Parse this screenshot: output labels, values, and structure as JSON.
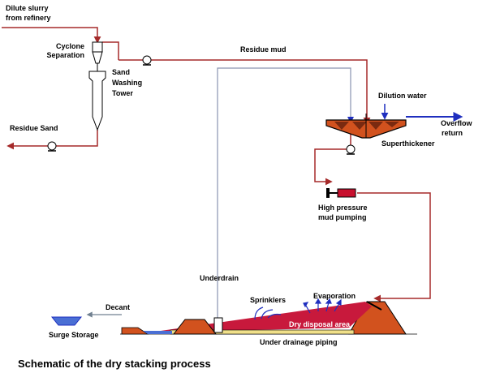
{
  "labels": {
    "dilute_slurry_1": "Dilute slurry",
    "dilute_slurry_2": "from refinery",
    "cyclone_1": "Cyclone",
    "cyclone_2": "Separation",
    "sand_washing_1": "Sand",
    "sand_washing_2": "Washing",
    "sand_washing_3": "Tower",
    "residue_sand": "Residue Sand",
    "residue_mud": "Residue mud",
    "dilution_water": "Dilution water",
    "overflow_1": "Overflow",
    "overflow_2": "return",
    "superthickener": "Superthickener",
    "hp_pumping_1": "High pressure",
    "hp_pumping_2": "mud pumping",
    "underdrain": "Underdrain",
    "sprinklers": "Sprinklers",
    "evaporation": "Evaporation",
    "decant": "Decant",
    "dry_disposal": "Dry disposal area",
    "surge_storage": "Surge Storage",
    "under_drainage": "Under drainage piping"
  },
  "caption": "Schematic of the dry stacking process",
  "colors": {
    "pipe_red": "#a52a2a",
    "pipe_blue": "#1f2fbf",
    "pipe_grey": "#8a94b0",
    "mud": "#d2521e",
    "mud_dark": "#7a2a10",
    "dry_area": "#c8193c",
    "surge": "#4a6fd4",
    "pump_red": "#c8102e"
  }
}
